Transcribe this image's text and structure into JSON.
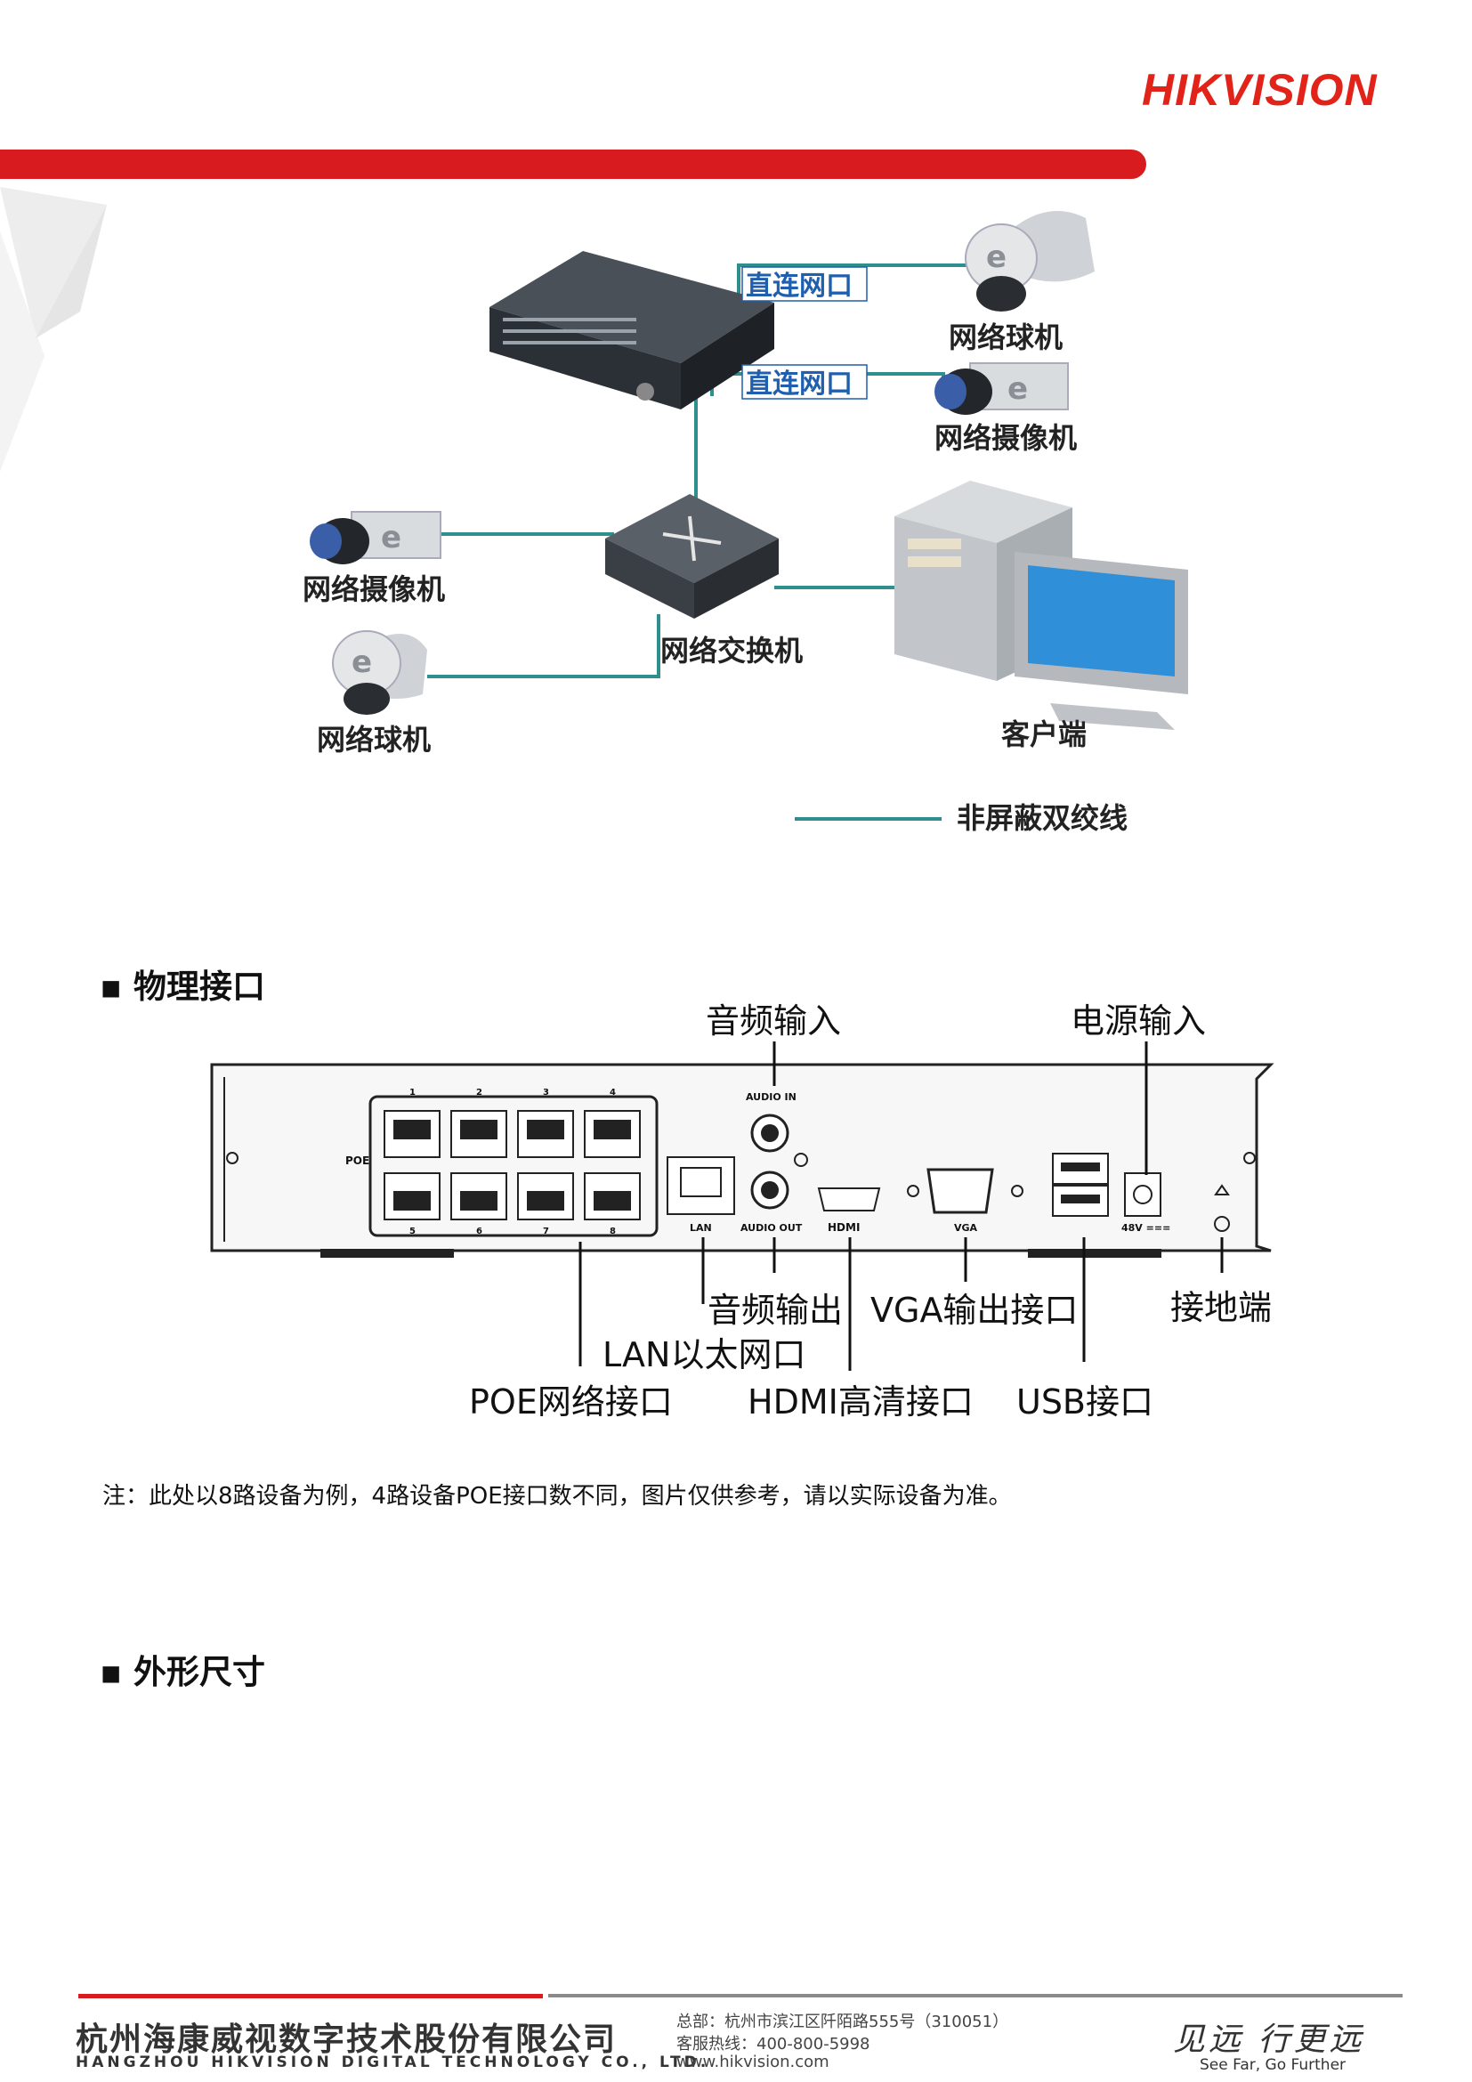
{
  "header": {
    "logo": "HIKVISION"
  },
  "diagram": {
    "labels": {
      "direct_port_1": "直连网口",
      "direct_port_2": "直连网口",
      "dome_camera_top": "网络球机",
      "bullet_camera_top": "网络摄像机",
      "bullet_camera_left": "网络摄像机",
      "switch": "网络交换机",
      "dome_camera_left": "网络球机",
      "client": "客户端",
      "legend": "非屏蔽双绞线"
    },
    "colors": {
      "cable": "#2f8f8f",
      "label_blue": "#1f5fae"
    }
  },
  "sections": {
    "physical": "物理接口",
    "dimensions": "外形尺寸"
  },
  "panel": {
    "callouts": {
      "audio_in": "音频输入",
      "power_in": "电源输入",
      "audio_out": "音频输出",
      "vga_out": "VGA输出接口",
      "ground": "接地端",
      "lan": "LAN以太网口",
      "poe": "POE网络接口",
      "hdmi": "HDMI高清接口",
      "usb": "USB接口"
    },
    "small_labels": {
      "audio_in": "AUDIO IN",
      "audio_out": "AUDIO OUT",
      "lan": "LAN",
      "hdmi": "HDMI",
      "vga": "VGA",
      "poe": "POE",
      "dc": "48V ==="
    },
    "port_numbers": [
      "1",
      "2",
      "3",
      "4",
      "5",
      "6",
      "7",
      "8"
    ]
  },
  "note": "注：此处以8路设备为例，4路设备POE接口数不同，图片仅供参考，请以实际设备为准。",
  "footer": {
    "company_cn": "杭州海康威视数字技术股份有限公司",
    "company_en": "HANGZHOU HIKVISION DIGITAL TECHNOLOGY CO., LTD.",
    "address": "总部：杭州市滨江区阡陌路555号（310051）",
    "hotline": "客服热线：400-800-5998",
    "website": "www.hikvision.com",
    "slogan_cn": "见远 行更远",
    "slogan_en": "See Far, Go Further"
  }
}
